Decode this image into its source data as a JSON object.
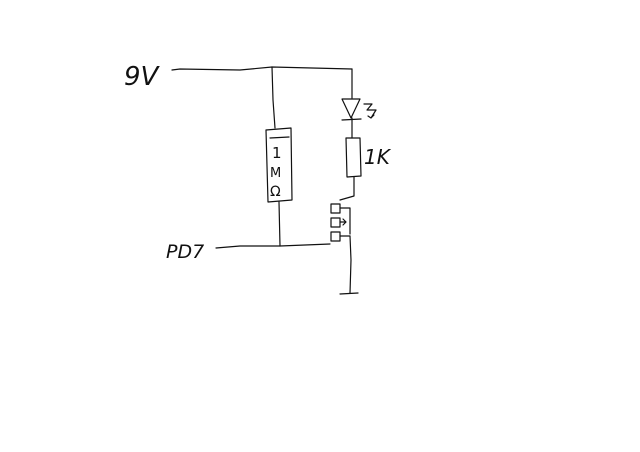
{
  "labels": {
    "supply": "9V",
    "resistor_big": [
      "1",
      "M",
      "Ω"
    ],
    "resistor_small": "1K",
    "input": "PD7"
  },
  "colors": {
    "ink": "#111111",
    "background": "#ffffff"
  }
}
